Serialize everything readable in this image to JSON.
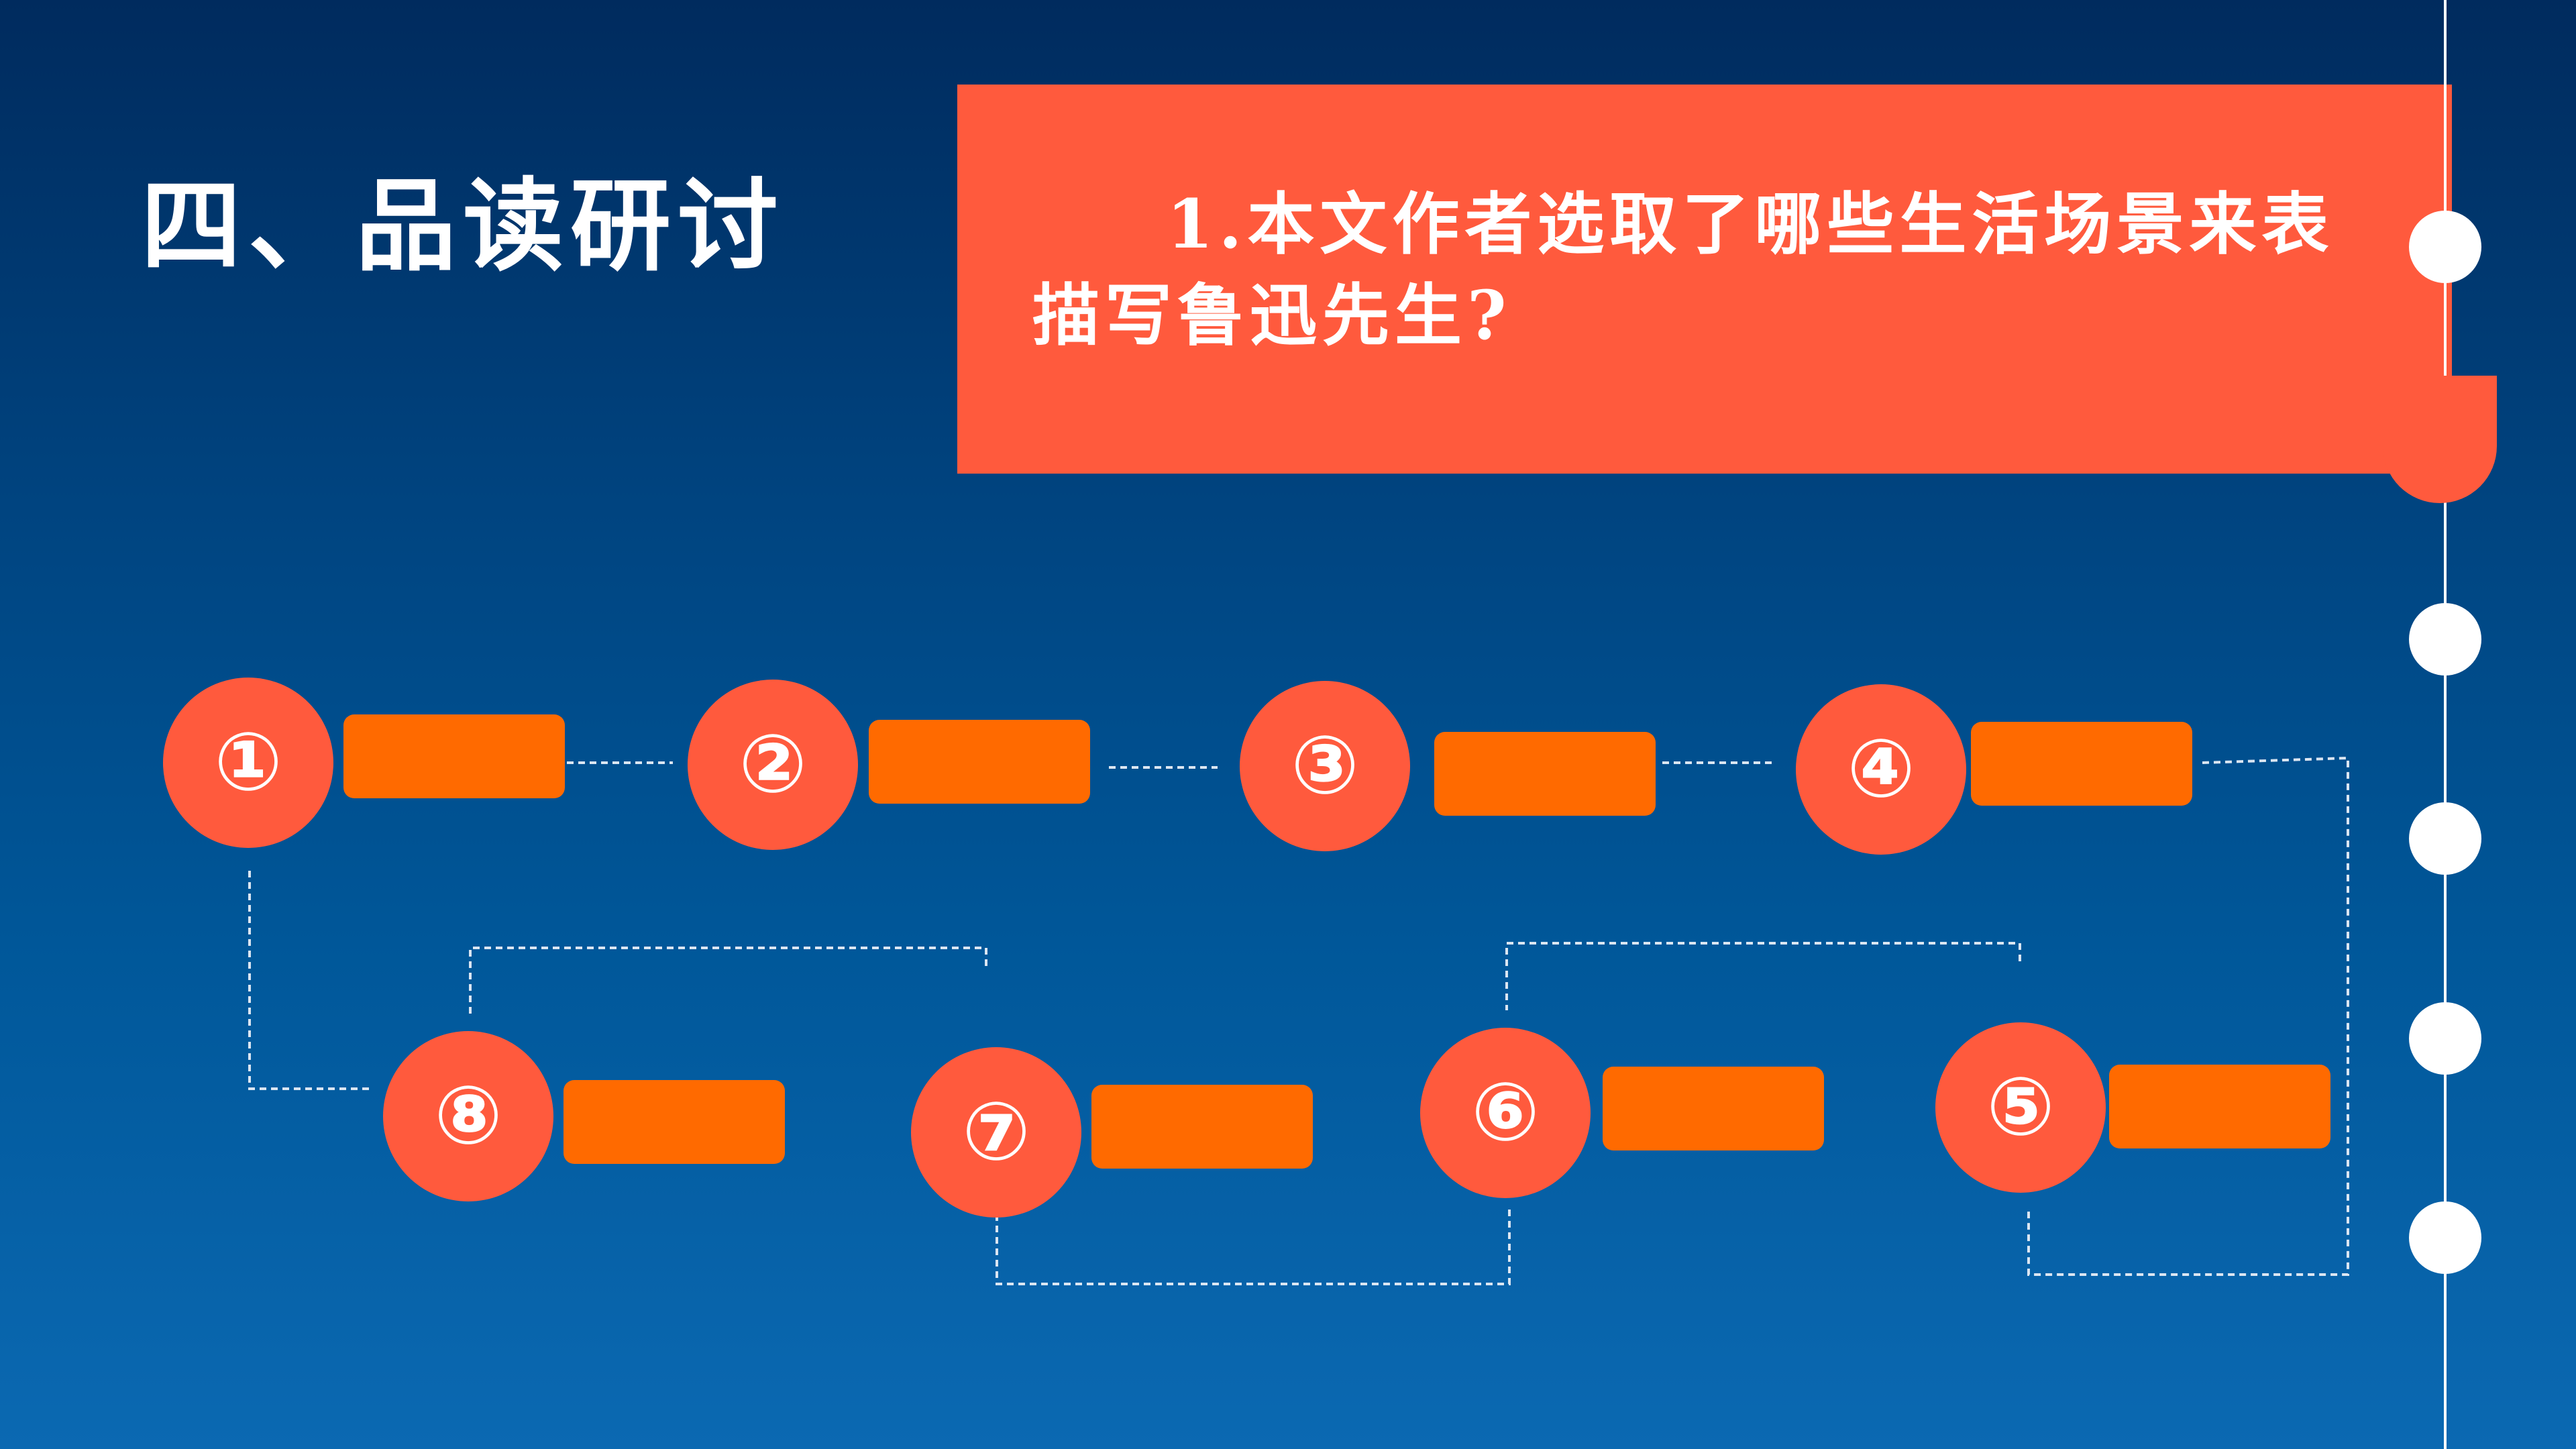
{
  "slide": {
    "title": "四、品读研讨",
    "question": "1.本文作者选取了哪些生活场景来表描写鲁迅先生?"
  },
  "steps": [
    {
      "marker": "①",
      "answer": ""
    },
    {
      "marker": "②",
      "answer": ""
    },
    {
      "marker": "③",
      "answer": ""
    },
    {
      "marker": "④",
      "answer": ""
    },
    {
      "marker": "⑤",
      "answer": ""
    },
    {
      "marker": "⑥",
      "answer": ""
    },
    {
      "marker": "⑦",
      "answer": ""
    },
    {
      "marker": "⑧",
      "answer": ""
    }
  ],
  "colors": {
    "accent": "#ff5a3d",
    "answer_box": "#ff6a00",
    "background_top": "#002b5e",
    "background_bottom": "#0b69b2",
    "text": "#ffffff"
  }
}
